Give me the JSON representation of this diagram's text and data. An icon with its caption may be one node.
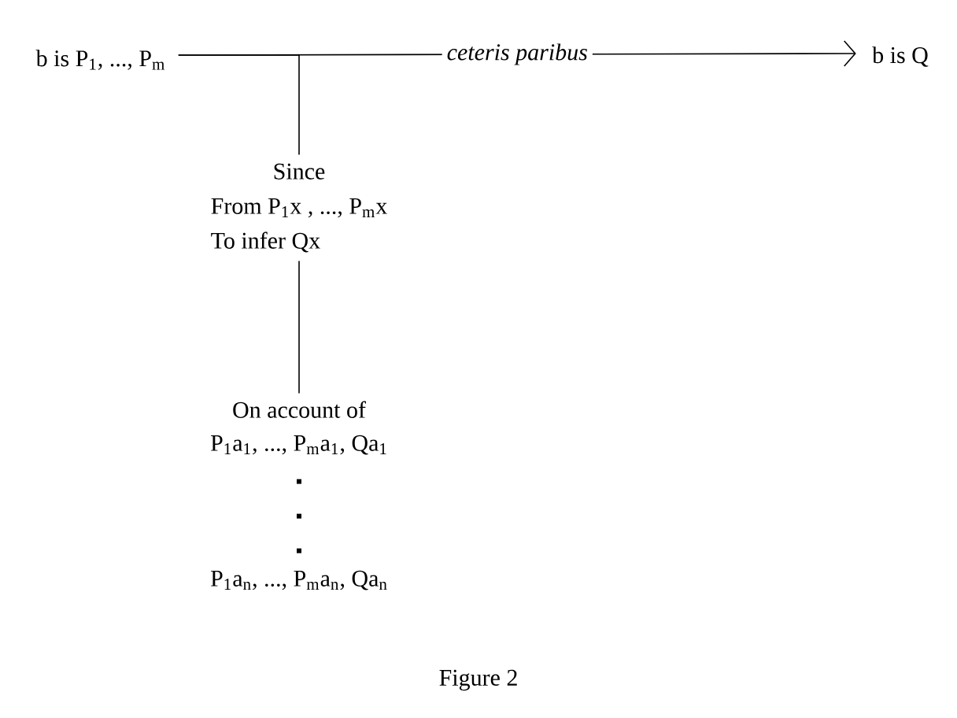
{
  "diagram": {
    "caption": "Figure 2",
    "nodes": [
      {
        "text": [
          "b is P$_{1}$, ..., P$_{m}$"
        ]
      },
      {
        "text": [
          "b is Q"
        ]
      },
      {
        "text": [
          "Since",
          "From P$_{1}$x , ..., P$_{m}$x",
          "To infer Qx"
        ]
      },
      {
        "text": [
          "On account of",
          "P$_{1}$a$_{1}$, ..., P$_{m}$a$_{1}$, Qa$_{1}$",
          "P$_{1}$a$_{n}$, ..., P$_{m}$a$_{n}$, Qa$_{n}$"
        ]
      }
    ],
    "edges": [
      {
        "from": 0,
        "to": 1,
        "arrow": "to",
        "label": "ceteris paribus"
      },
      {
        "from": 0,
        "to": 2,
        "arrow": "none"
      },
      {
        "from": 2,
        "to": 3,
        "arrow": "none"
      }
    ]
  }
}
